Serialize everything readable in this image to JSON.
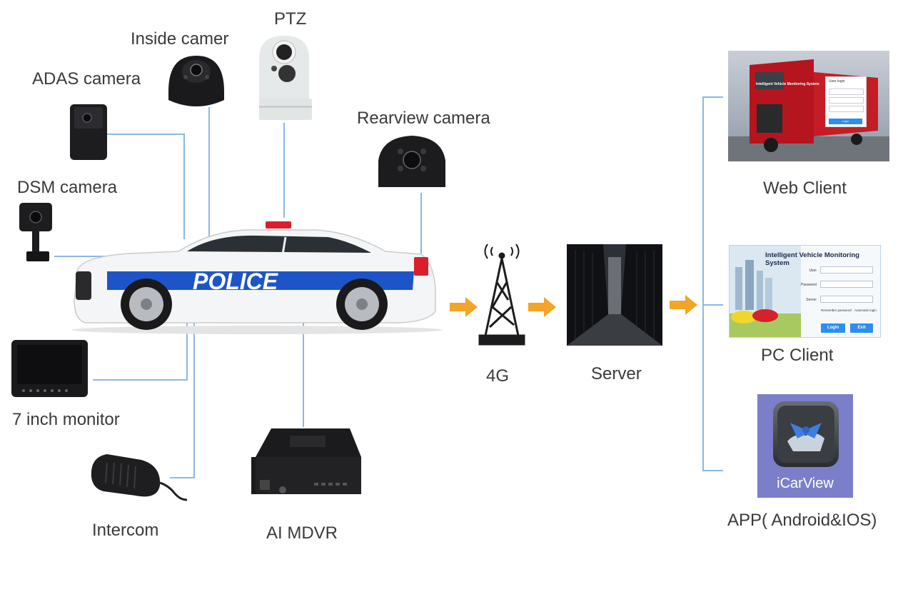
{
  "labels": {
    "inside_camera": "Inside camer",
    "ptz": "PTZ",
    "adas_camera": "ADAS camera",
    "rearview_camera": "Rearview camera",
    "dsm_camera": "DSM camera",
    "monitor": "7 inch monitor",
    "intercom": "Intercom",
    "mdvr": "AI MDVR",
    "network": "4G",
    "server": "Server",
    "web_client": "Web Client",
    "pc_client": "PC Client",
    "app": "APP( Android&IOS)"
  },
  "car": {
    "text": "POLICE"
  },
  "web_screen": {
    "title": "Intelligent Vehicle Monitoring System",
    "login_title": "User login",
    "login_button": "Login"
  },
  "pc_screen": {
    "title": "Intelligent Vehicle Monitoring System",
    "user_label": "User",
    "password_label": "Password",
    "server_label": "Server",
    "remember": "Remember password",
    "auto_login": "Automatic login",
    "login_button": "Login",
    "exit_button": "Exit"
  },
  "app_screen": {
    "name": "iCarView"
  },
  "colors": {
    "line": "#8ab8e6",
    "arrow": "#f2a527",
    "police_blue": "#1d55c8"
  }
}
